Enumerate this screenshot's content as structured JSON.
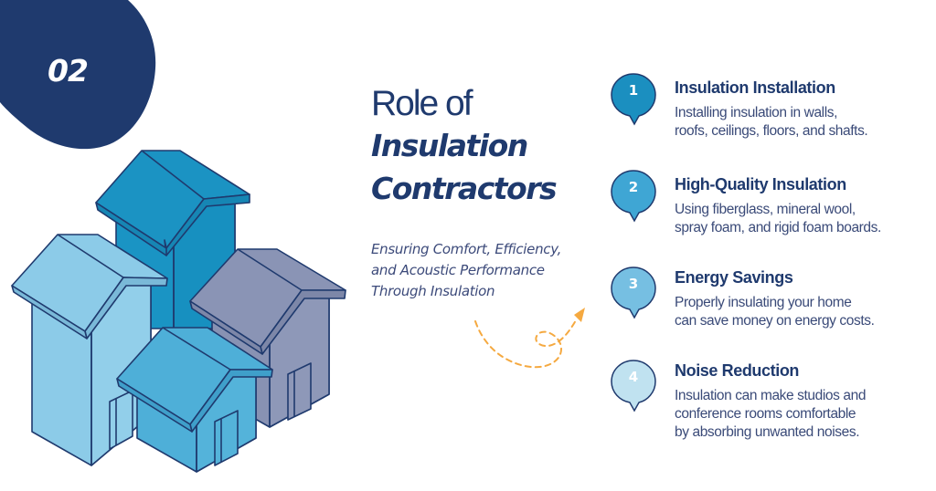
{
  "badge": {
    "number": "02",
    "color": "#1f3a6e"
  },
  "title": {
    "line1": "Role of",
    "line2": "Insulation",
    "line3": "Contractors"
  },
  "subtitle": {
    "lines": [
      "Ensuring Comfort, Efficiency,",
      "and Acoustic Performance",
      "Through Insulation"
    ]
  },
  "illustration": {
    "description": "isometric cluster of four houses",
    "icon": "houses-icon",
    "colors": {
      "tall_back": "#1a94c4",
      "left_light": "#8ccbe8",
      "right_gray": "#8b95b5",
      "front_small": "#4eafd8",
      "outline": "#1f3a6e"
    }
  },
  "decoration": {
    "icon": "dashed-curly-arrow-icon",
    "color": "#f5a940"
  },
  "items": [
    {
      "number": "1",
      "pin_color": "#1b8fc0",
      "title": "Insulation Installation",
      "description": [
        "Installing insulation in walls,",
        "roofs, ceilings, floors, and shafts."
      ]
    },
    {
      "number": "2",
      "pin_color": "#3fa6d4",
      "title": "High-Quality Insulation",
      "description": [
        "Using fiberglass, mineral wool,",
        "spray foam, and rigid foam boards."
      ]
    },
    {
      "number": "3",
      "pin_color": "#76bfe2",
      "title": "Energy Savings",
      "description": [
        "Properly insulating your home",
        "can save money on energy costs."
      ]
    },
    {
      "number": "4",
      "pin_color": "#c0e2f0",
      "title": "Noise Reduction",
      "description": [
        "Insulation can make studios and",
        "conference rooms comfortable",
        "by absorbing unwanted noises."
      ]
    }
  ]
}
